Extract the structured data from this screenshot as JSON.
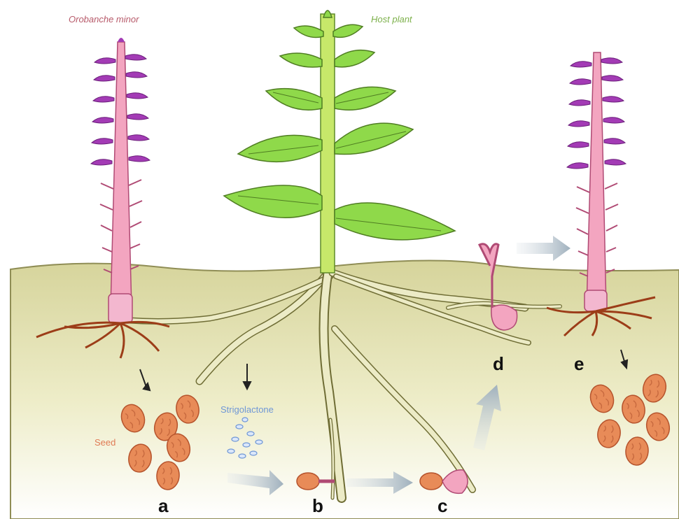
{
  "labels": {
    "parasite": "Orobanche minor",
    "host": "Host plant",
    "strigolactone": "Strigolactone",
    "seed": "Seed"
  },
  "steps": [
    "a",
    "b",
    "c",
    "d",
    "e"
  ],
  "colors": {
    "soil_top": "#d9d7a0",
    "soil_bottom": "#fdfdf3",
    "host_leaf": "#8fd94a",
    "host_stem": "#c7e86a",
    "root": "#ecebc6",
    "parasite_stem": "#f3a5c0",
    "parasite_flower": "#a33bb5",
    "parasite_root": "#9c3d18",
    "seed": "#e88b58",
    "strigolactone": "#6f97d6",
    "arrow": "#c2cdd6",
    "parasite_label": "#b75a6a",
    "host_label": "#7cb04a",
    "seed_label": "#e07b55"
  }
}
